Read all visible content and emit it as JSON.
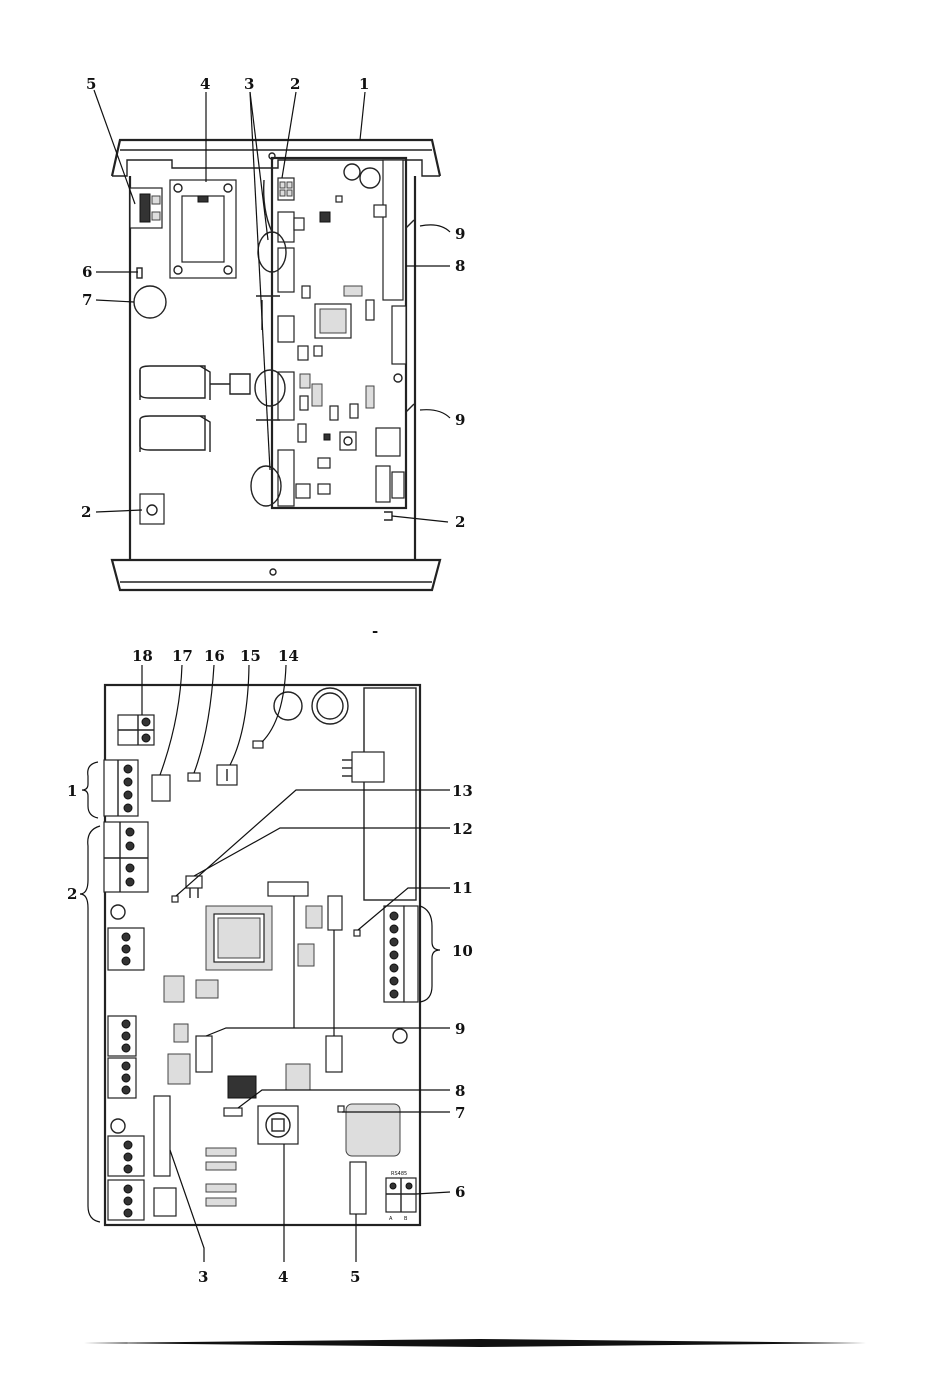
{
  "figure_top": {
    "callouts": [
      {
        "id": "c1",
        "text": "1"
      },
      {
        "id": "c2a",
        "text": "2"
      },
      {
        "id": "c2b",
        "text": "2"
      },
      {
        "id": "c2c",
        "text": "2"
      },
      {
        "id": "c3",
        "text": "3"
      },
      {
        "id": "c4",
        "text": "4"
      },
      {
        "id": "c5",
        "text": "5"
      },
      {
        "id": "c6",
        "text": "6"
      },
      {
        "id": "c7",
        "text": "7"
      },
      {
        "id": "c8",
        "text": "8"
      },
      {
        "id": "c9a",
        "text": "9"
      },
      {
        "id": "c9b",
        "text": "9"
      }
    ]
  },
  "separator_mark": "-",
  "figure_bottom": {
    "callouts": [
      {
        "id": "b1",
        "text": "1"
      },
      {
        "id": "b2",
        "text": "2"
      },
      {
        "id": "b3",
        "text": "3"
      },
      {
        "id": "b4",
        "text": "4"
      },
      {
        "id": "b5",
        "text": "5"
      },
      {
        "id": "b6",
        "text": "6"
      },
      {
        "id": "b7",
        "text": "7"
      },
      {
        "id": "b8",
        "text": "8"
      },
      {
        "id": "b9",
        "text": "9"
      },
      {
        "id": "b10",
        "text": "10"
      },
      {
        "id": "b11",
        "text": "11"
      },
      {
        "id": "b12",
        "text": "12"
      },
      {
        "id": "b13",
        "text": "13"
      },
      {
        "id": "b14",
        "text": "14"
      },
      {
        "id": "b15",
        "text": "15"
      },
      {
        "id": "b16",
        "text": "16"
      },
      {
        "id": "b17",
        "text": "17"
      },
      {
        "id": "b18",
        "text": "18"
      }
    ],
    "rs485_label": "RS485",
    "rs485_a": "A",
    "rs485_b": "B"
  }
}
